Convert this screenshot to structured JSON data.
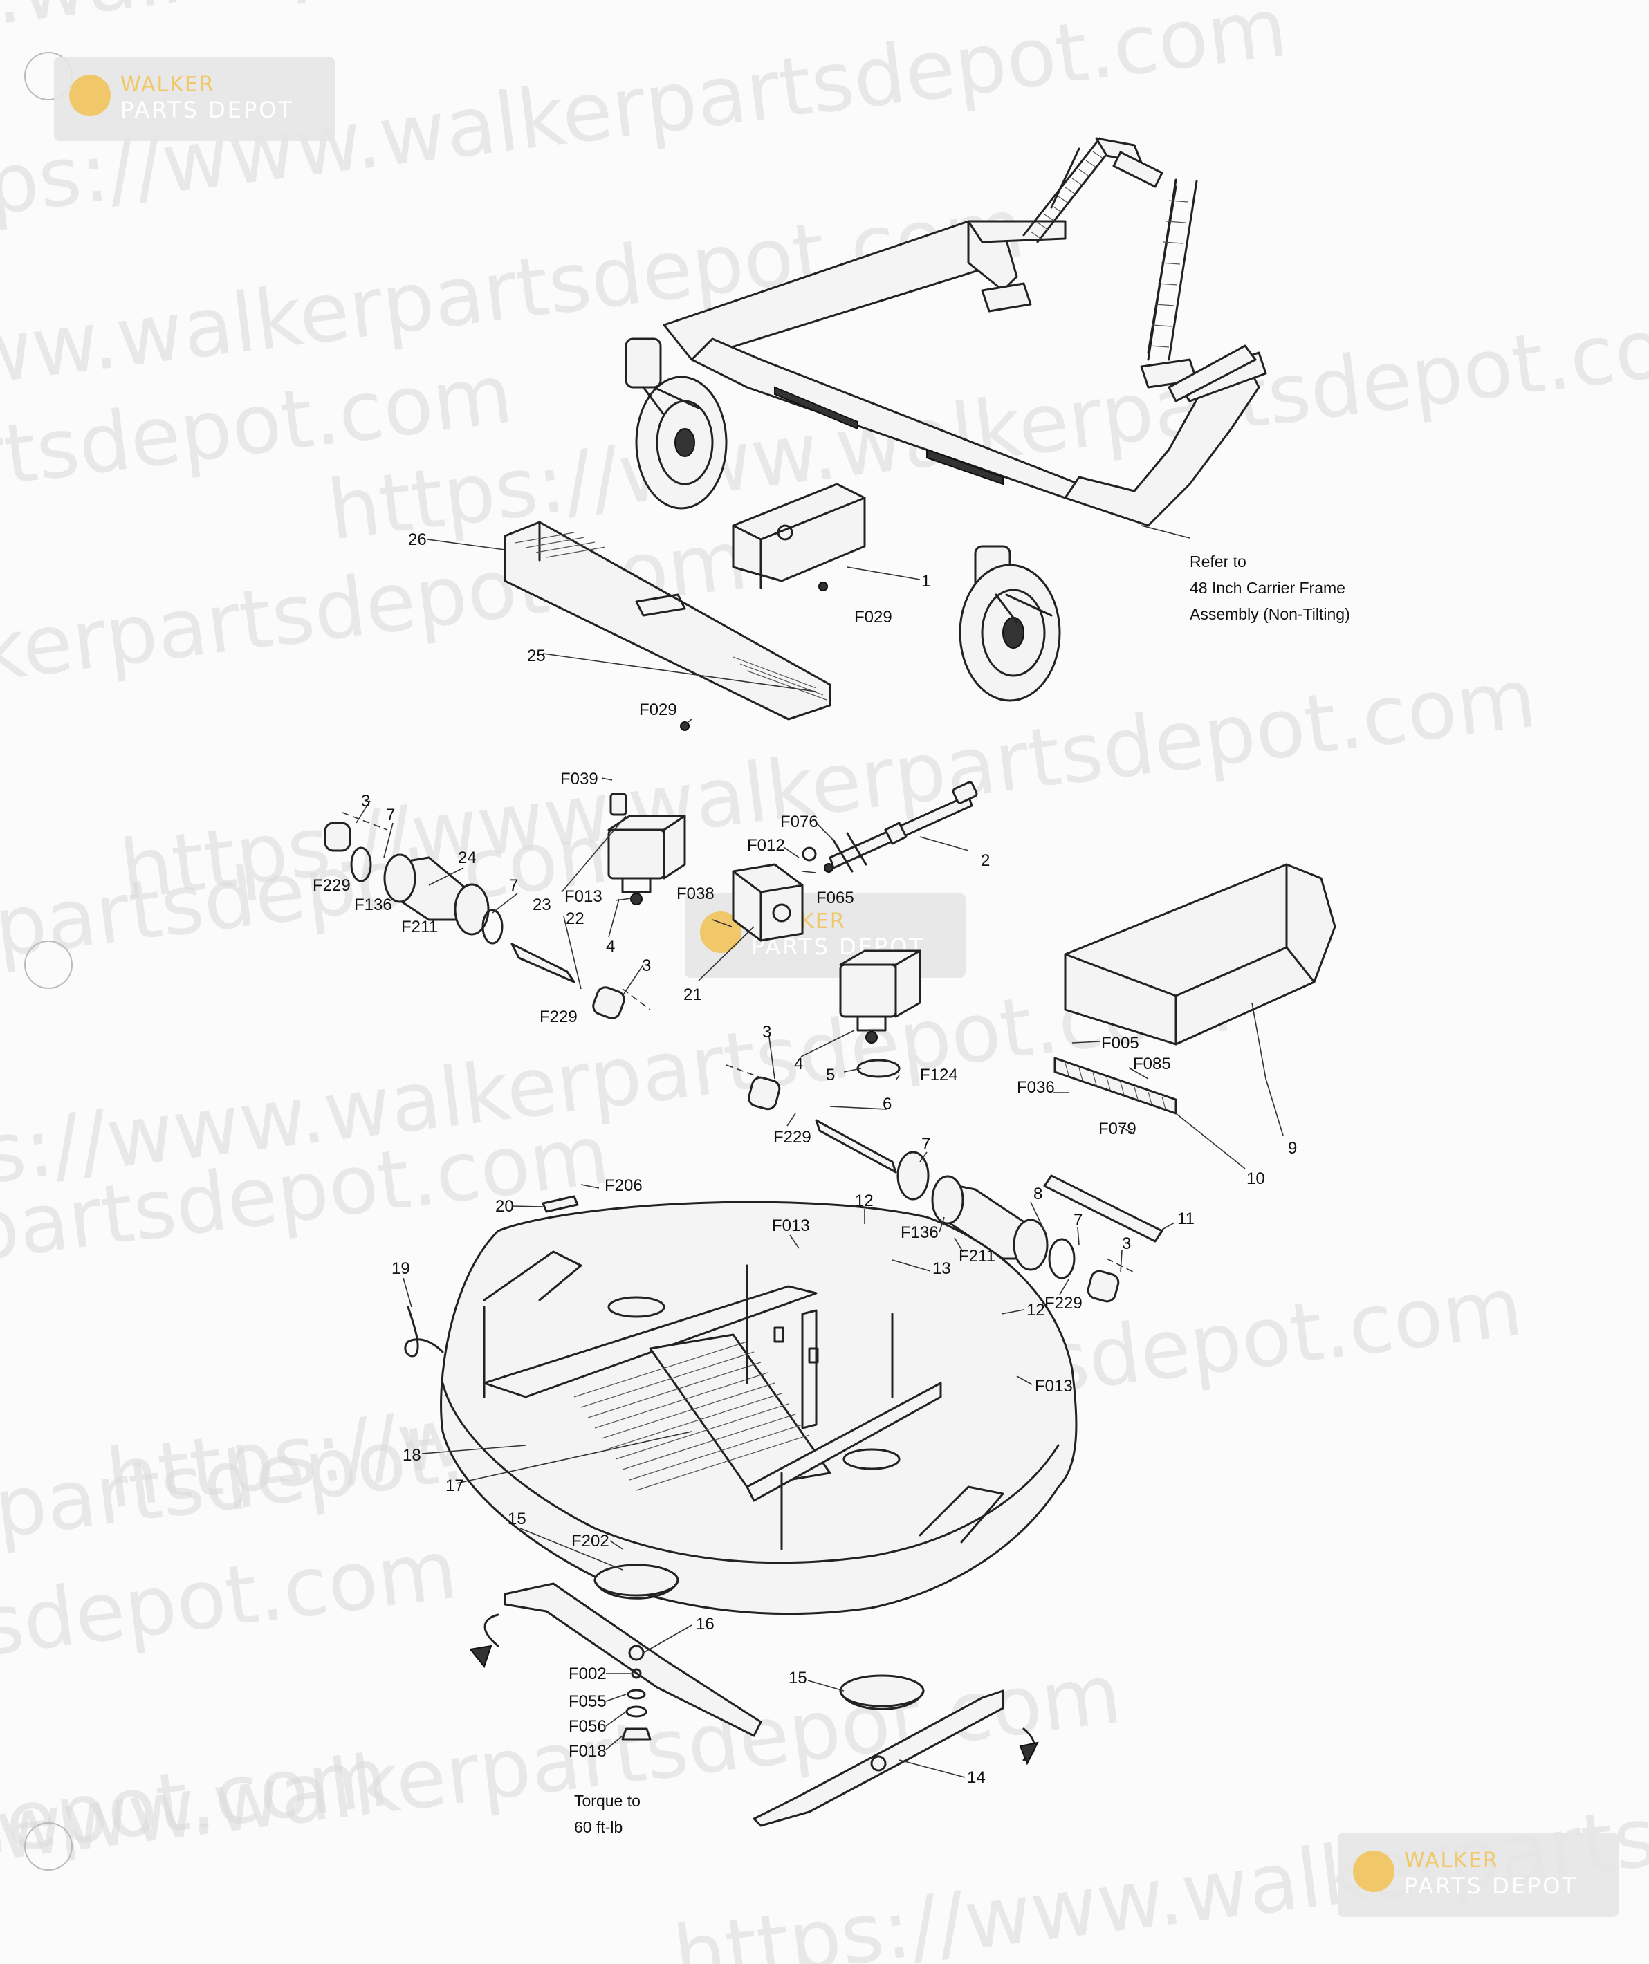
{
  "watermark": {
    "lines": [
      "https://www.walkerpartsdepot.com",
      "https://www.walkerpartsdepot.com",
      "https://www.walkerpartsdepot.com",
      "https://www.walkerpartsdepot.com",
      "https://www.walkerpartsdepot.com",
      "https://www.walkerpartsdepot.com",
      "https://www.walkerpartsdepot.com",
      "https://www.walkerpartsdepot.com",
      "https://www.walkerpartsdepot.com",
      "https://www.walkerpartsdepot.com",
      "https://www.walkerpartsdepot.com",
      "https://www.walkerpartsdepot.com",
      "https://www.walkerpartsdepot.com",
      "https://www.walkerpartsdepot.com",
      "https://www.walkerpartsdepot.com",
      "https://www.walkerpartsdepot.com"
    ]
  },
  "badges": [
    {
      "top": "WALKER",
      "bottom": "PARTS DEPOT"
    },
    {
      "top": "WALKER",
      "bottom": "PARTS DEPOT"
    },
    {
      "top": "WALKER",
      "bottom": "PARTS DEPOT"
    }
  ],
  "callouts": {
    "c26": "26",
    "c25": "25",
    "c1": "1",
    "cF029a": "F029",
    "cF029b": "F029",
    "c3a": "3",
    "c7a": "7",
    "c24": "24",
    "cF229a": "F229",
    "cF136a": "F136",
    "cF211a": "F211",
    "c7b": "7",
    "c22": "22",
    "c23": "23",
    "cF039": "F039",
    "cF013a": "F013",
    "c4a": "4",
    "c3b": "3",
    "cF229b": "F229",
    "cF076": "F076",
    "cF012": "F012",
    "c2": "2",
    "cF038": "F038",
    "cF065": "F065",
    "c21": "21",
    "c3c": "3",
    "c4b": "4",
    "c5": "5",
    "cF124": "F124",
    "cF229c": "F229",
    "c6": "6",
    "cF005": "F005",
    "cF085": "F085",
    "cF036": "F036",
    "c9": "9",
    "cF079": "F079",
    "c10": "10",
    "cF206": "F206",
    "c20": "20",
    "cF013b": "F013",
    "c12a": "12",
    "c7c": "7",
    "c8": "8",
    "c11": "11",
    "cF136b": "F136",
    "cF211b": "F211",
    "c13": "13",
    "c12b": "12",
    "c7d": "7",
    "c3d": "3",
    "cF229d": "F229",
    "cF013c": "F013",
    "c19": "19",
    "c18": "18",
    "c17": "17",
    "c15a": "15",
    "cF202": "F202",
    "c16": "16",
    "cF002": "F002",
    "cF055": "F055",
    "cF056": "F056",
    "cF018": "F018",
    "c15b": "15",
    "c14": "14"
  },
  "notes": {
    "refer_line1": "Refer to",
    "refer_line2": "48 Inch Carrier Frame",
    "refer_line3": "Assembly (Non-Tilting)",
    "torque_line1": "Torque to",
    "torque_line2": "60 ft-lb"
  }
}
